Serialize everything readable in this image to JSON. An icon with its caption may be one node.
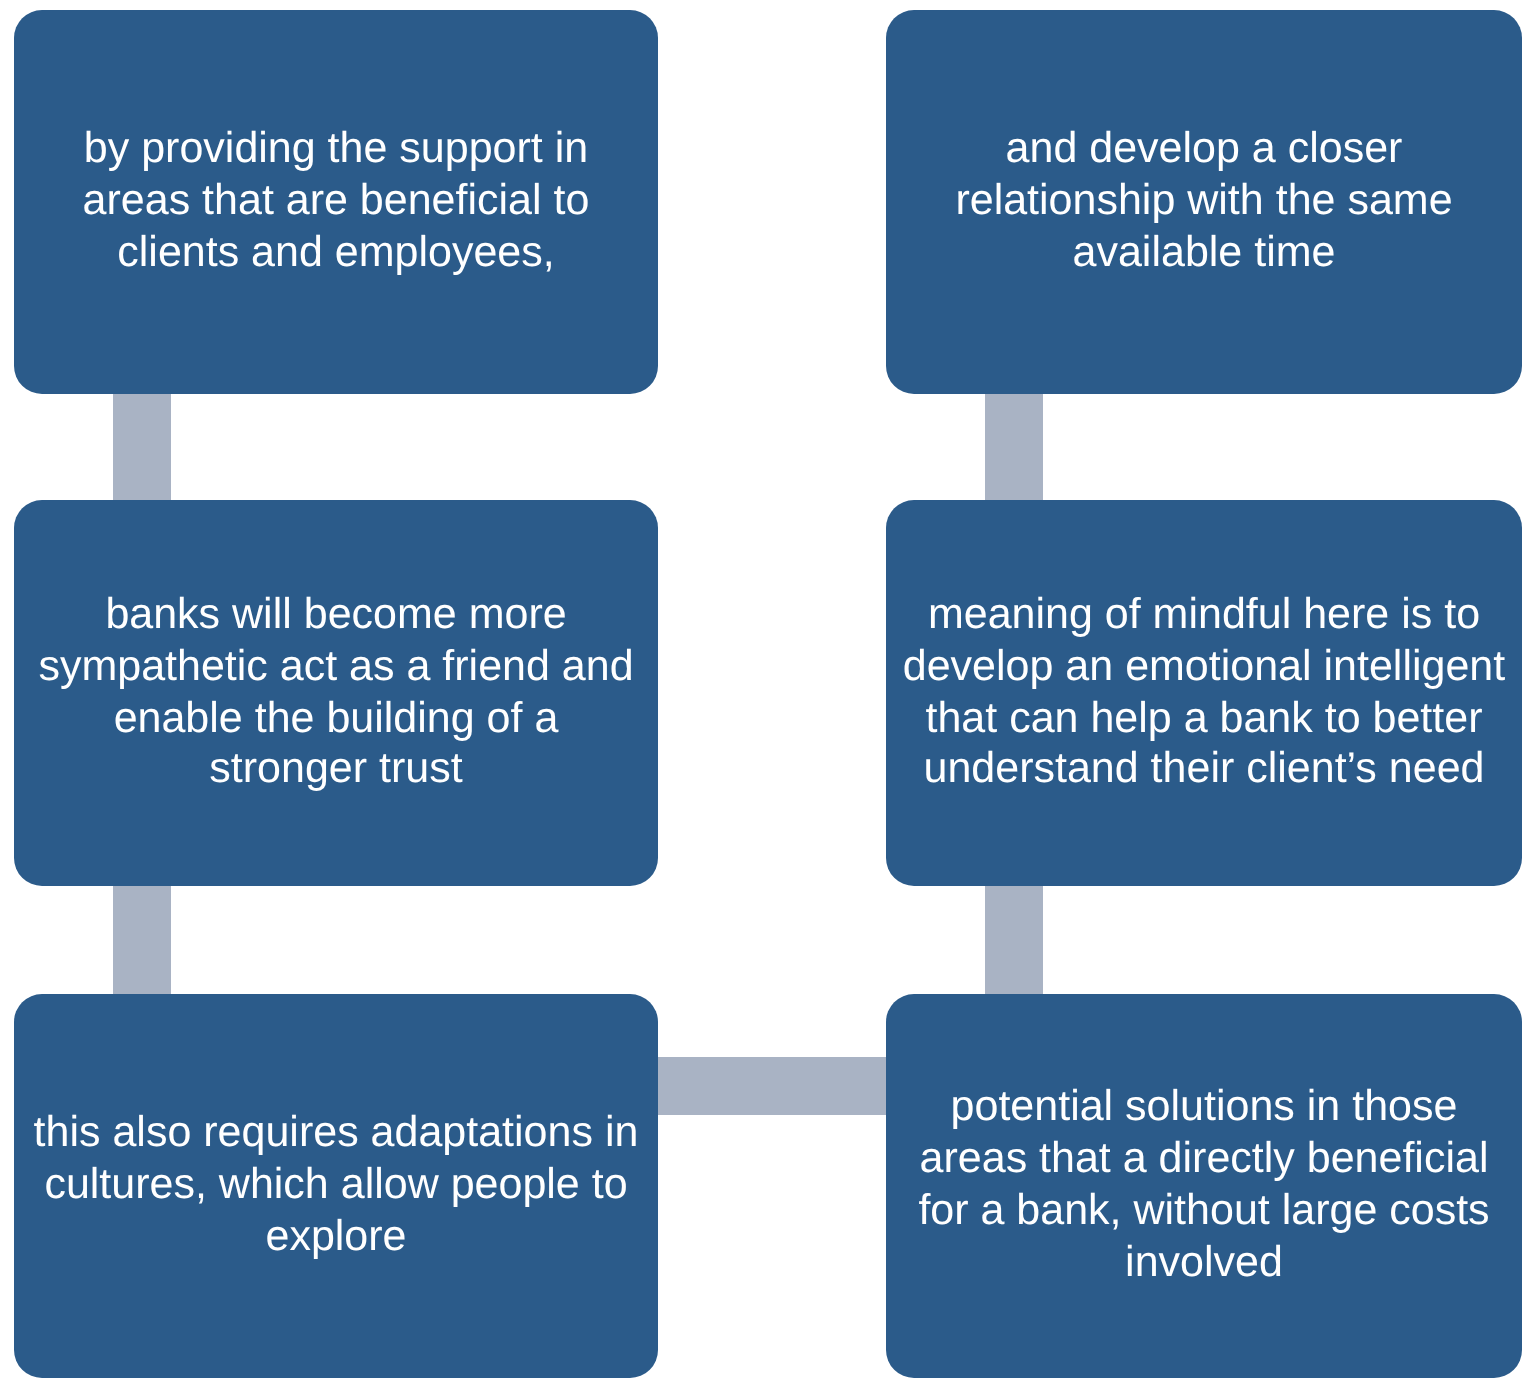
{
  "diagram": {
    "nodes": [
      {
        "text": [
          "by providing the support in areas that are beneficial to clients and employees,"
        ]
      },
      {
        "text": [
          "and develop a closer relationship with the same available time"
        ]
      },
      {
        "text": [
          "banks will become more sympathetic act as a friend and enable the building of a stronger trust"
        ]
      },
      {
        "text": [
          "meaning of mindful here is to develop an emotional intelligent that can help a bank to better understand their client’s need"
        ]
      },
      {
        "text": [
          "this also requires adaptations in cultures, which allow people to explore"
        ]
      },
      {
        "text": [
          "potential solutions in those areas that a directly beneficial for a bank, without large costs involved"
        ]
      }
    ],
    "edges": [
      {
        "from": 0,
        "to": 2,
        "arrow": "none"
      },
      {
        "from": 2,
        "to": 4,
        "arrow": "none"
      },
      {
        "from": 4,
        "to": 5,
        "arrow": "none"
      },
      {
        "from": 5,
        "to": 3,
        "arrow": "none"
      },
      {
        "from": 3,
        "to": 1,
        "arrow": "none"
      }
    ]
  }
}
